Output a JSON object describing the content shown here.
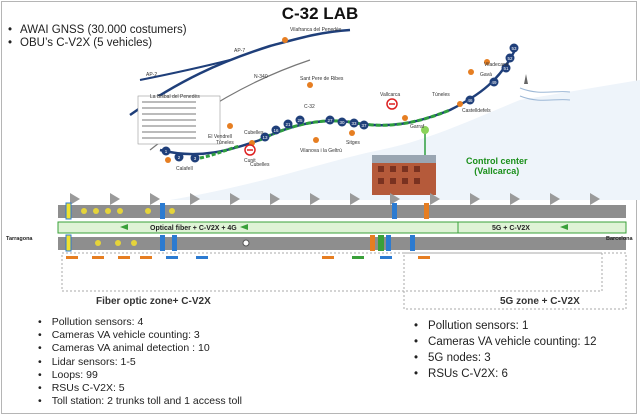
{
  "title": "C-32 LAB",
  "top_bullets": [
    "AWAI GNSS (30.000 costumers)",
    "OBU’s C-V2X (5 vehicles)"
  ],
  "map": {
    "places": [
      "Vilafranca del Penedès",
      "La Bisbal del Penedès",
      "Sant Pere de Ribes",
      "Vilanova i la Geltrú",
      "Sitges",
      "Garraf",
      "Gavà",
      "Viladecans",
      "Castelldefels",
      "Cubelles",
      "Cunit",
      "El Vendrell",
      "Calafell"
    ],
    "roads": [
      "AP-2",
      "AP-7",
      "N-340",
      "C-32"
    ],
    "tunnels": [
      "Túneles",
      "Túneles"
    ],
    "toll_labels": [
      "Cubelles",
      "Vallcarca"
    ],
    "junctions": [
      "1",
      "2",
      "3",
      "13",
      "16",
      "21",
      "25",
      "27",
      "30",
      "33",
      "37",
      "46",
      "49",
      "51",
      "52",
      "53"
    ],
    "control_center": {
      "line1": "Control center",
      "line2": "(Vallcarca)"
    }
  },
  "colors": {
    "accent": "#e67e22",
    "green": "#2e9e3e",
    "road": "#1f3f7a"
  },
  "diagram": {
    "west_city": "Tarragona",
    "east_city": "Barcelona",
    "fiber_band": "Optical fiber + C-V2X + 4G",
    "g5_band": "5G + C-V2X"
  },
  "zones": {
    "left": "Fiber optic zone+ C-V2X",
    "right": "5G zone + C-V2X"
  },
  "left_list": [
    "Pollution sensors: 4",
    "Cameras VA vehicle counting: 3",
    "Cameras VA animal detection : 10",
    "Lidar sensors: 1-5",
    "Loops: 99",
    "RSUs C-V2X: 5",
    "Toll station: 2 trunks toll and 1 access toll"
  ],
  "right_list": [
    "Pollution sensors: 1",
    "Cameras VA vehicle counting: 12",
    "5G nodes: 3",
    "RSUs C-V2X: 6"
  ]
}
